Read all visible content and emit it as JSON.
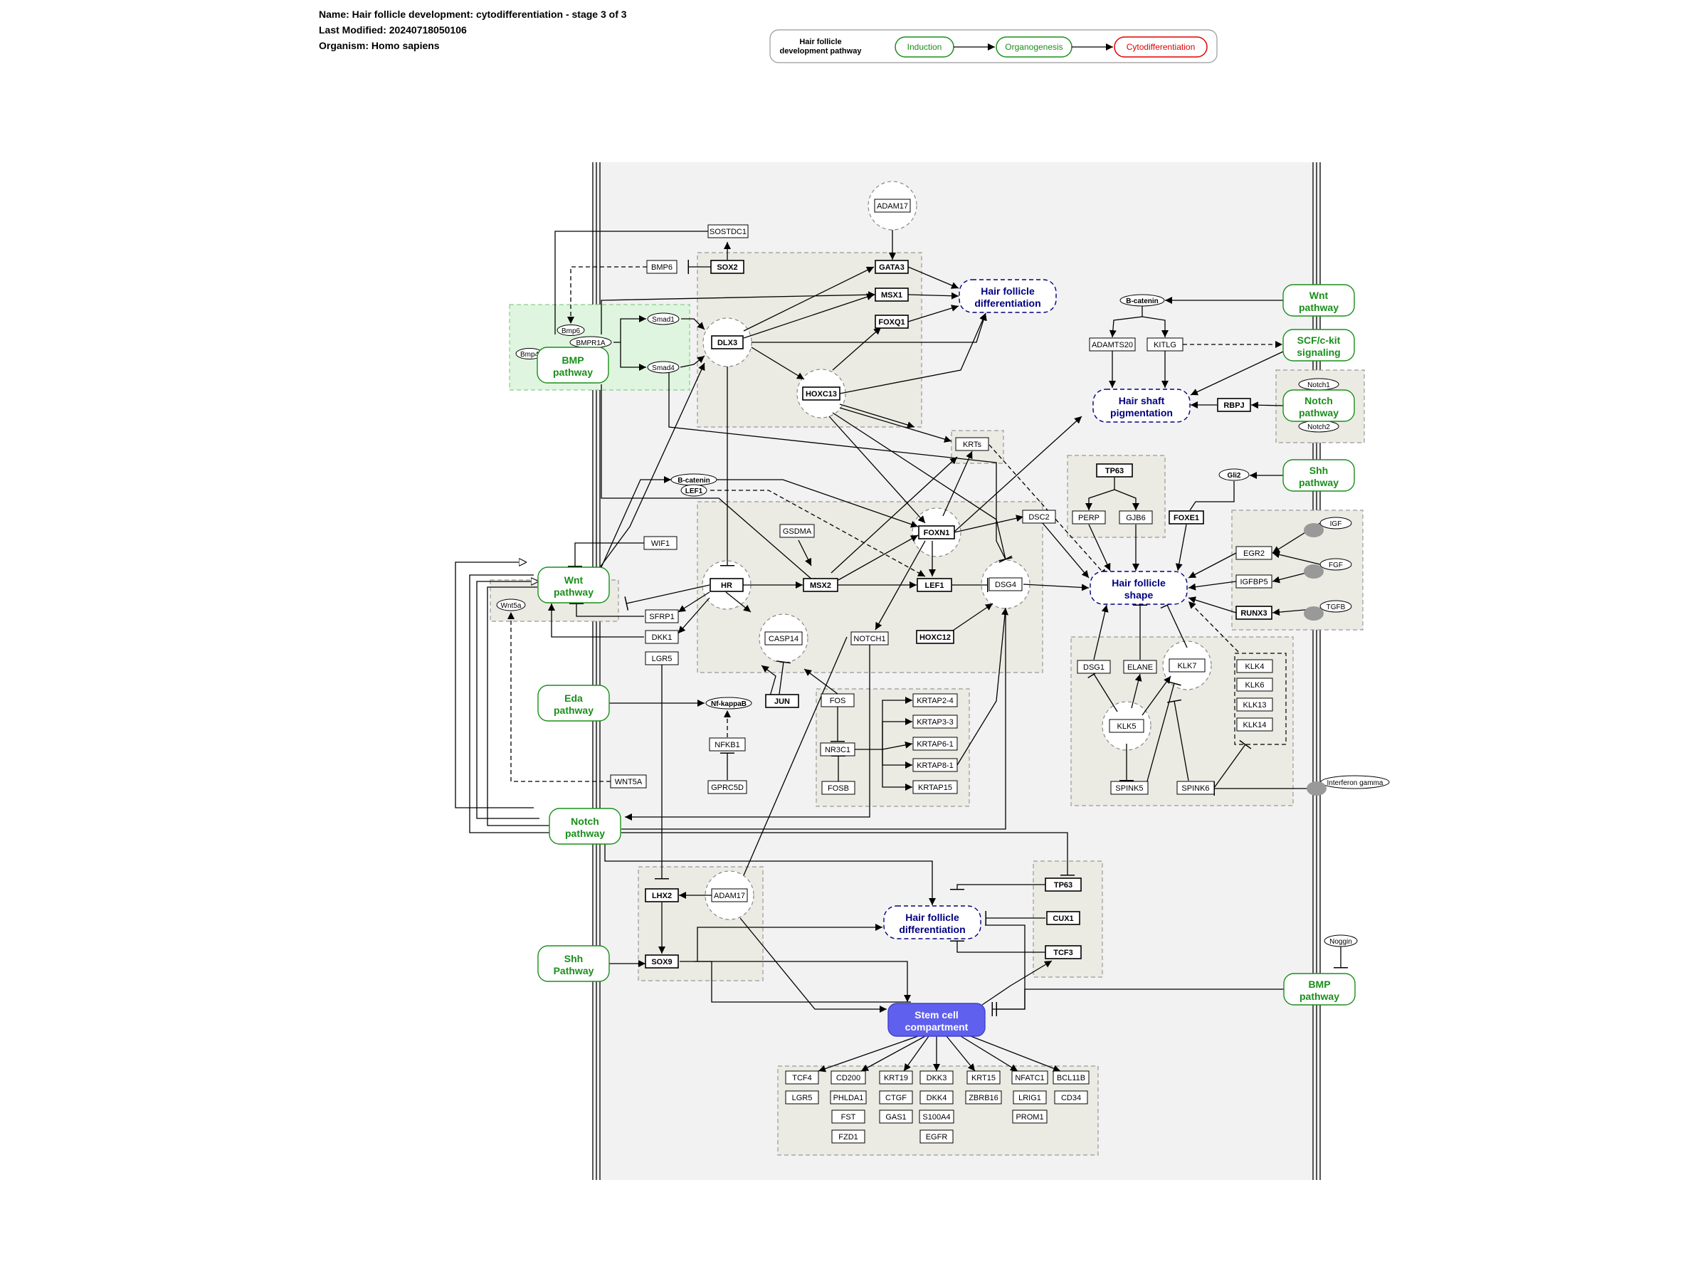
{
  "header": {
    "name": "Name: Hair follicle development: cytodifferentiation - stage 3 of 3",
    "modified": "Last Modified: 20240718050106",
    "organism": "Organism: Homo sapiens"
  },
  "legend": {
    "title_line1": "Hair follicle",
    "title_line2": "development pathway",
    "stages": [
      "Induction",
      "Organogenesis",
      "Cytodifferentiation"
    ]
  },
  "colors": {
    "pathway_green": "#1a8f1a",
    "target_navy": "#000080",
    "current_stage_red": "#e00000",
    "group_fill": "#ebebe4",
    "stem_cell_fill": "#6060ee",
    "cell_fill": "#f2f2f2"
  },
  "labels": {
    "bmp_pathway": [
      "BMP",
      "pathway"
    ],
    "wnt_pathway": [
      "Wnt",
      "pathway"
    ],
    "eda_pathway": [
      "Eda",
      "pathway"
    ],
    "notch_pathway": [
      "Notch",
      "pathway"
    ],
    "shh_pathway_lower": [
      "Shh",
      "Pathway"
    ],
    "wnt_pathway_right": [
      "Wnt",
      "pathway"
    ],
    "scf_signaling": [
      "SCF/c-kit",
      "signaling"
    ],
    "notch_pathway_right": [
      "Notch",
      "pathway"
    ],
    "shh_pathway_right": [
      "Shh",
      "pathway"
    ],
    "bmp_pathway_right": [
      "BMP",
      "pathway"
    ],
    "hf_differentiation": [
      "Hair follicle",
      "differentiation"
    ],
    "hair_shaft_pigmentation": [
      "Hair shaft",
      "pigmentation"
    ],
    "hair_follicle_shape": [
      "Hair follicle",
      "shape"
    ],
    "hf_differentiation_lower": [
      "Hair follicle",
      "differentiation"
    ],
    "stem_cell": [
      "Stem cell",
      "compartment"
    ],
    "beta_catenin": "B-catenin",
    "lef1_small": "LEF1",
    "beta_catenin_right": "B-catenin",
    "nfkappab": "Nf-kappaB"
  },
  "genes": {
    "SOSTDC1": "SOSTDC1",
    "BMP6": "BMP6",
    "SOX2": "SOX2",
    "GATA3": "GATA3",
    "MSX1": "MSX1",
    "FOXQ1": "FOXQ1",
    "ADAM17_top": "ADAM17",
    "DLX3": "DLX3",
    "HOXC13": "HOXC13",
    "KRTs": "KRTs",
    "WIF1": "WIF1",
    "GSDMA": "GSDMA",
    "HR": "HR",
    "MSX2": "MSX2",
    "FOXN1": "FOXN1",
    "LEF1": "LEF1",
    "DSC2": "DSC2",
    "DSG4": "DSG4",
    "SFRP1": "SFRP1",
    "DKK1": "DKK1",
    "LGR5": "LGR5",
    "CASP14": "CASP14",
    "NOTCH1": "NOTCH1",
    "HOXC12": "HOXC12",
    "JUN": "JUN",
    "FOS": "FOS",
    "NFKB1": "NFKB1",
    "GPRC5D": "GPRC5D",
    "NR3C1": "NR3C1",
    "FOSB": "FOSB",
    "KRTAP2_4": "KRTAP2-4",
    "KRTAP3_3": "KRTAP3-3",
    "KRTAP6_1": "KRTAP6-1",
    "KRTAP8_1": "KRTAP8-1",
    "KRTAP15": "KRTAP15",
    "WNT5A": "WNT5A",
    "LHX2": "LHX2",
    "ADAM17_low": "ADAM17",
    "SOX9": "SOX9",
    "TP63_low": "TP63",
    "CUX1": "CUX1",
    "TCF3": "TCF3",
    "ADAMTS20": "ADAMTS20",
    "KITLG": "KITLG",
    "RBPJ": "RBPJ",
    "TP63_top": "TP63",
    "PERP": "PERP",
    "GJB6": "GJB6",
    "FOXE1": "FOXE1",
    "EGR2": "EGR2",
    "IGFBP5": "IGFBP5",
    "RUNX3": "RUNX3",
    "DSG1": "DSG1",
    "ELANE": "ELANE",
    "KLK7": "KLK7",
    "KLK5": "KLK5",
    "SPINK5": "SPINK5",
    "SPINK6": "SPINK6",
    "KLK4": "KLK4",
    "KLK6": "KLK6",
    "KLK13": "KLK13",
    "KLK14": "KLK14",
    "TCF4": "TCF4",
    "CD200": "CD200",
    "KRT19": "KRT19",
    "DKK3": "DKK3",
    "KRT15": "KRT15",
    "NFATC1": "NFATC1",
    "BCL11B": "BCL11B",
    "LGR5b": "LGR5",
    "PHLDA1": "PHLDA1",
    "CTGF": "CTGF",
    "DKK4": "DKK4",
    "ZBRB16": "ZBRB16",
    "LRIG1": "LRIG1",
    "CD34": "CD34",
    "FST": "FST",
    "GAS1": "GAS1",
    "S100A4": "S100A4",
    "PROM1": "PROM1",
    "FZD1": "FZD1",
    "EGFR": "EGFR"
  },
  "small_nodes": {
    "Smad1": "Smad1",
    "Smad4": "Smad4",
    "Bmp6": "Bmp6",
    "BMPR1A": "BMPR1A",
    "Bmp4": "Bmp4",
    "Wnt5a": "Wnt5a",
    "Notch1": "Notch1",
    "Notch2": "Notch2",
    "Gli2": "Gli2",
    "IGF": "IGF",
    "FGF": "FGF",
    "TGFB": "TGFB",
    "IFNG": "Interferon gamma",
    "Noggin": "Noggin"
  }
}
